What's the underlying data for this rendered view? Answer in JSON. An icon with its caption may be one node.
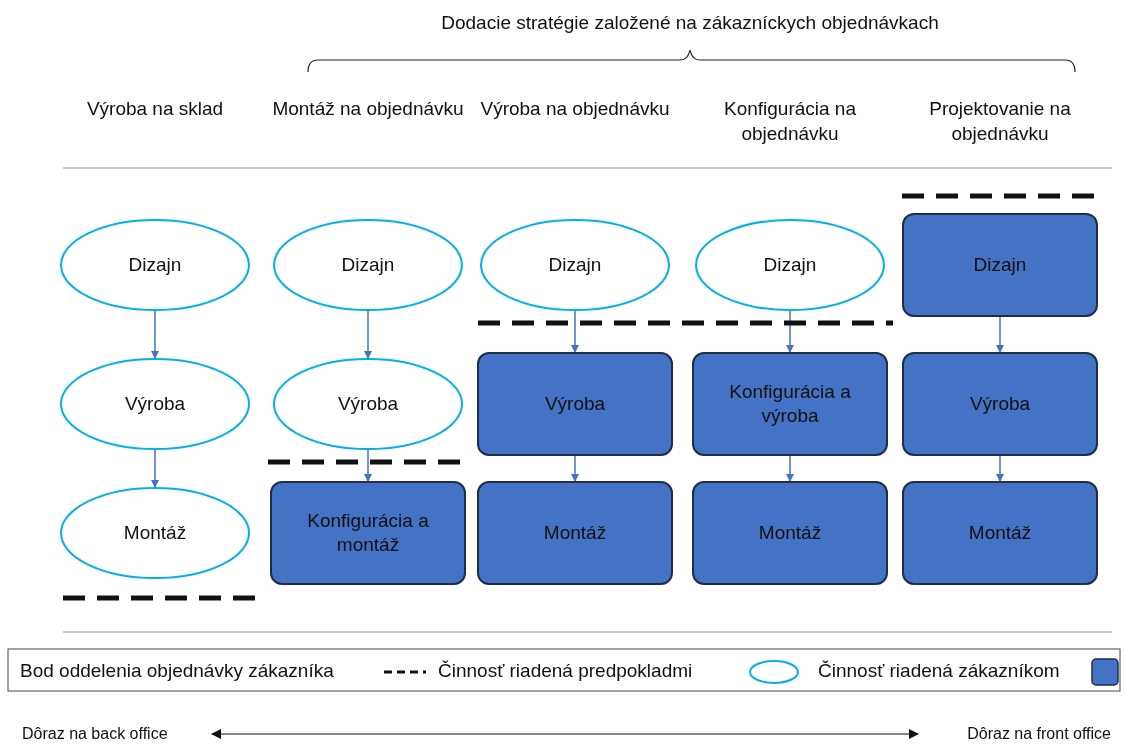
{
  "diagram": {
    "title": "Dodacie stratégie založené na zákazníckych objednávkach",
    "nodes": [
      {
        "text": [
          "Dizajn"
        ]
      },
      {
        "text": [
          "Dizajn"
        ]
      },
      {
        "text": [
          "Dizajn"
        ]
      },
      {
        "text": [
          "Dizajn"
        ]
      },
      {
        "text": [
          "Dizajn"
        ]
      },
      {
        "text": [
          "Výroba"
        ]
      },
      {
        "text": [
          "Výroba"
        ]
      },
      {
        "text": [
          "Výroba"
        ]
      },
      {
        "text": [
          "Konfigurácia a výroba"
        ]
      },
      {
        "text": [
          "Výroba"
        ]
      },
      {
        "text": [
          "Montáž"
        ]
      },
      {
        "text": [
          "Konfigurácia a montáž"
        ]
      },
      {
        "text": [
          "Montáž"
        ]
      },
      {
        "text": [
          "Montáž"
        ]
      },
      {
        "text": [
          "Montáž"
        ]
      }
    ],
    "edges": [
      {
        "from": 0,
        "to": 5,
        "arrow": "to"
      },
      {
        "from": 5,
        "to": 10,
        "arrow": "to"
      },
      {
        "from": 1,
        "to": 6,
        "arrow": "to"
      },
      {
        "from": 6,
        "to": 11,
        "arrow": "to"
      },
      {
        "from": 2,
        "to": 7,
        "arrow": "to"
      },
      {
        "from": 7,
        "to": 12,
        "arrow": "to"
      },
      {
        "from": 3,
        "to": 8,
        "arrow": "to"
      },
      {
        "from": 8,
        "to": 13,
        "arrow": "to"
      },
      {
        "from": 4,
        "to": 9,
        "arrow": "to"
      },
      {
        "from": 9,
        "to": 14,
        "arrow": "to"
      }
    ],
    "labels": [
      "Výroba na sklad",
      "Montáž na objednávku",
      "Výroba na objednávku",
      "Konfigurácia na objednávku",
      "Projektovanie na objednávku",
      "Dôraz na back office",
      "Dôraz na front office"
    ],
    "legend": [
      {
        "text": "Bod oddelenia objednávky zákazníka"
      },
      {
        "text": "Činnosť riadená predpokladmi"
      },
      {
        "text": "Činnosť riadená zákazníkom",
        "color": "#4472c4"
      }
    ]
  }
}
